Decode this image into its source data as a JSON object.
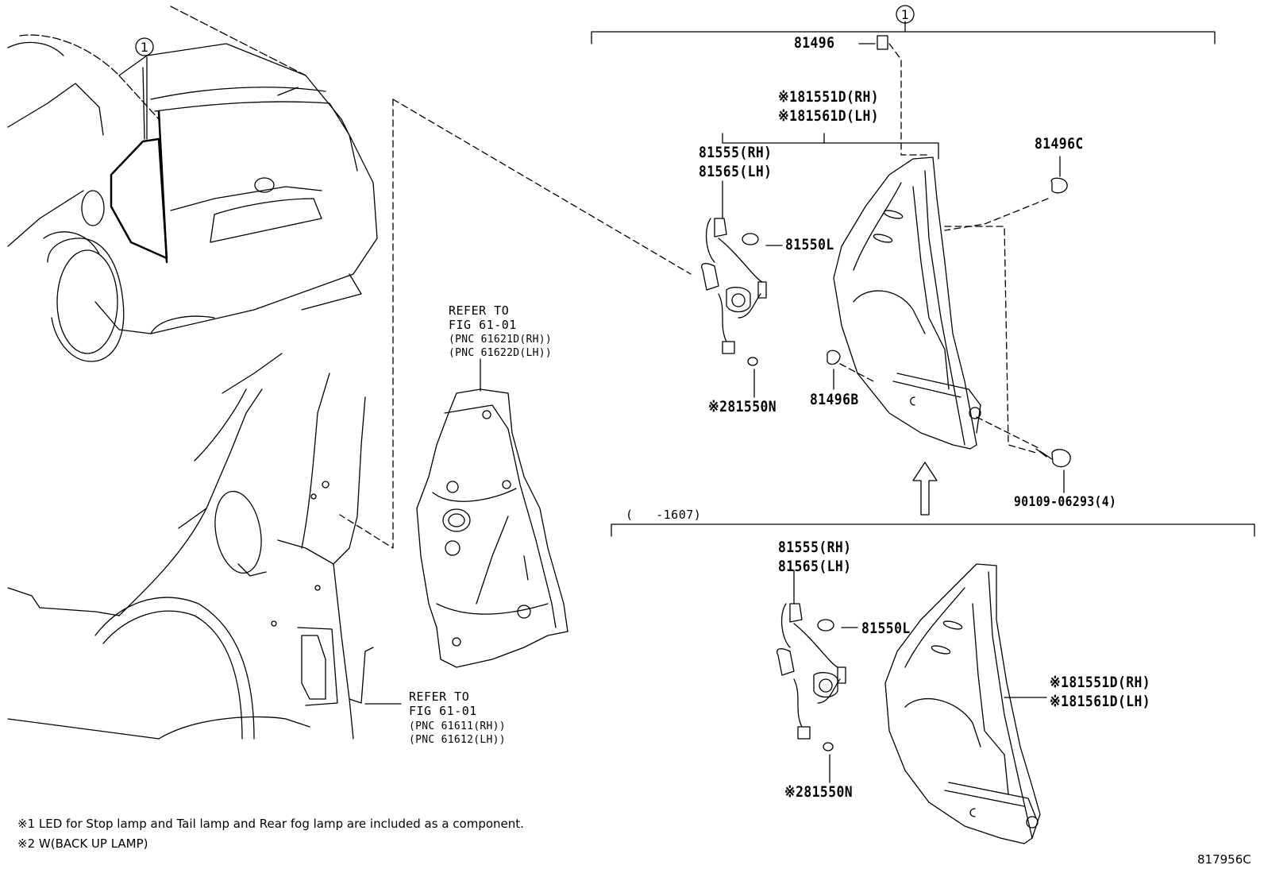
{
  "callout_symbol": "①",
  "callouts": {
    "top_callout": "81496",
    "lamp_rh_top": "※181551D(RH)",
    "lamp_lh_top": "※181561D(LH)",
    "socket_rh_top": "81555(RH)",
    "socket_lh_top": "81565(LH)",
    "clip_c": "81496C",
    "bulb_l_top": "81550L",
    "bulb_n_top": "※281550N",
    "clip_b": "81496B",
    "screw": "90109-06293(4)",
    "date_range": "(   -1607)",
    "socket_rh_bot": "81555(RH)",
    "socket_lh_bot": "81565(LH)",
    "bulb_l_bot": "81550L",
    "lamp_rh_bot": "※181551D(RH)",
    "lamp_lh_bot": "※181561D(LH)",
    "bulb_n_bot": "※281550N"
  },
  "references": {
    "inner": {
      "line1": "REFER TO",
      "line2": "FIG 61-01",
      "line3": "(PNC 61621D(RH))",
      "line4": "(PNC 61622D(LH))"
    },
    "outer": {
      "line1": "REFER TO",
      "line2": "FIG 61-01",
      "line3": "(PNC 61611(RH))",
      "line4": "(PNC 61612(LH))"
    }
  },
  "notes": {
    "note1": "※1 LED for Stop lamp and Tail lamp and Rear fog lamp are included as a component.",
    "note2": "※2 W(BACK UP LAMP)"
  },
  "figure_id": "817956C"
}
